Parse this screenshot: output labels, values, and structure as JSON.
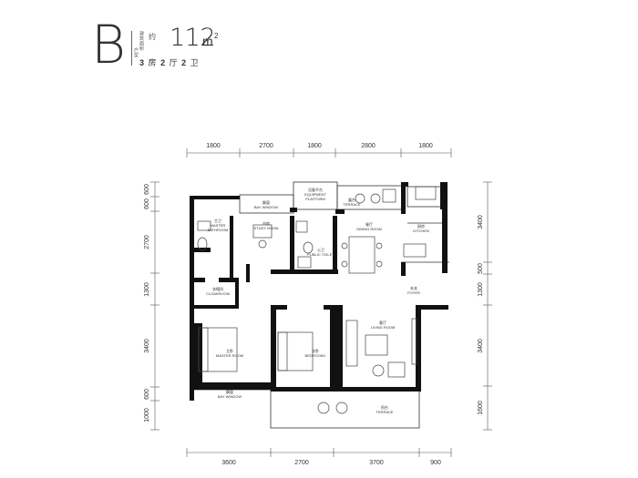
{
  "header": {
    "unit_letter": "B",
    "unit_type_label": "户型",
    "area_label": "建筑面积",
    "approx_label": "约",
    "area": "112",
    "area_unit": "m",
    "area_unit_sup": "2",
    "layout": [
      "3",
      "房",
      "2",
      "厅",
      "2",
      "卫"
    ]
  },
  "dimensions": {
    "top": [
      "1800",
      "2700",
      "1800",
      "2800",
      "1800"
    ],
    "bottom": [
      "3600",
      "2700",
      "3700",
      "900"
    ],
    "left": [
      "600",
      "600",
      "2700",
      "1300",
      "3400",
      "600",
      "1000"
    ],
    "right": [
      "3400",
      "500",
      "1300",
      "3400",
      "1600"
    ]
  },
  "rooms": {
    "master_bathroom": [
      "主卫",
      "MASTER",
      "BATHROOM"
    ],
    "study_room": [
      "书房",
      "STUDY ROOM"
    ],
    "bay_window_top": [
      "飘窗",
      "BAY WINDOW"
    ],
    "public_toilet": [
      "公卫",
      "PUBLIC TOILET"
    ],
    "equipment_platform": [
      "设备平台",
      "EQUIPMENT",
      "PLATFORM"
    ],
    "terrace_top": [
      "露台",
      "TERRACE"
    ],
    "dining_room": [
      "餐厅",
      "DINING ROOM"
    ],
    "kitchen": [
      "厨房",
      "KITCHEN"
    ],
    "foyer": [
      "玄关",
      "FOYER"
    ],
    "cloakroom": [
      "衣帽间",
      "CLOAKROOM"
    ],
    "master_room": [
      "主卧",
      "MASTER ROOM"
    ],
    "bedroom": [
      "次卧",
      "BEDROOM1"
    ],
    "living_room": [
      "客厅",
      "LIVING ROOM"
    ],
    "bay_window_bottom": [
      "飘窗",
      "BAY WINDOW"
    ],
    "terrace_bottom": [
      "阳台",
      "TERRACE"
    ]
  }
}
